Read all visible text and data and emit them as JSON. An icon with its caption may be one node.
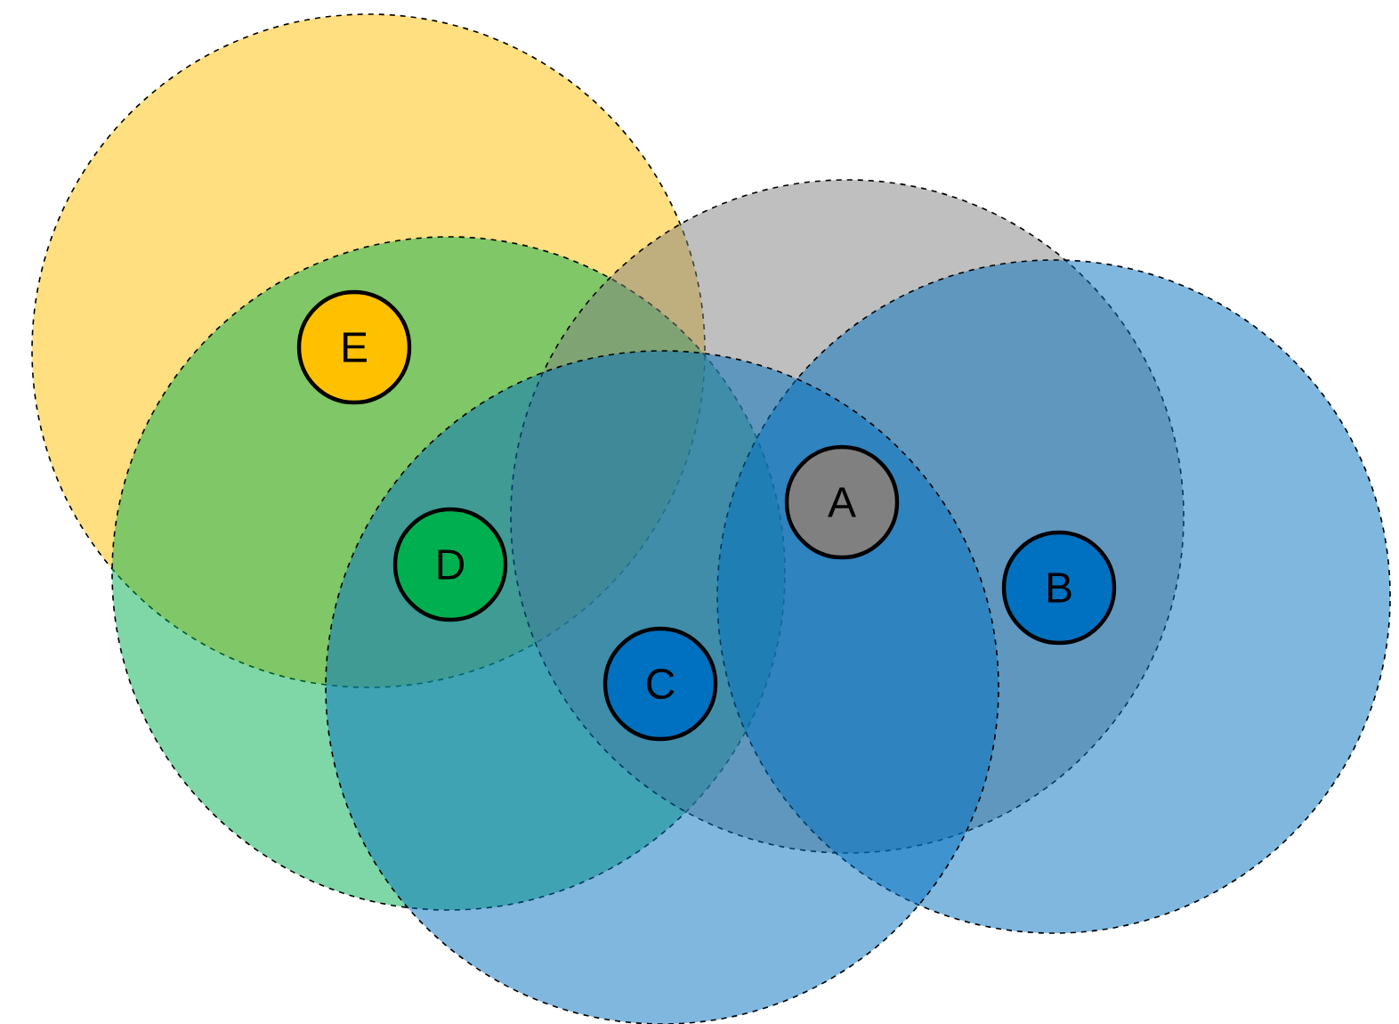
{
  "diagram": {
    "nodes": [
      {
        "text": [
          "E"
        ]
      },
      {
        "text": [
          "A"
        ]
      },
      {
        "text": [
          "D"
        ]
      },
      {
        "text": [
          "B"
        ]
      },
      {
        "text": [
          "C"
        ]
      },
      {
        "text": [],
        "shape": "circle"
      },
      {
        "text": [],
        "shape": "circle"
      },
      {
        "text": [],
        "shape": "circle"
      },
      {
        "text": [],
        "shape": "circle"
      },
      {
        "text": [],
        "shape": "circle"
      }
    ]
  }
}
